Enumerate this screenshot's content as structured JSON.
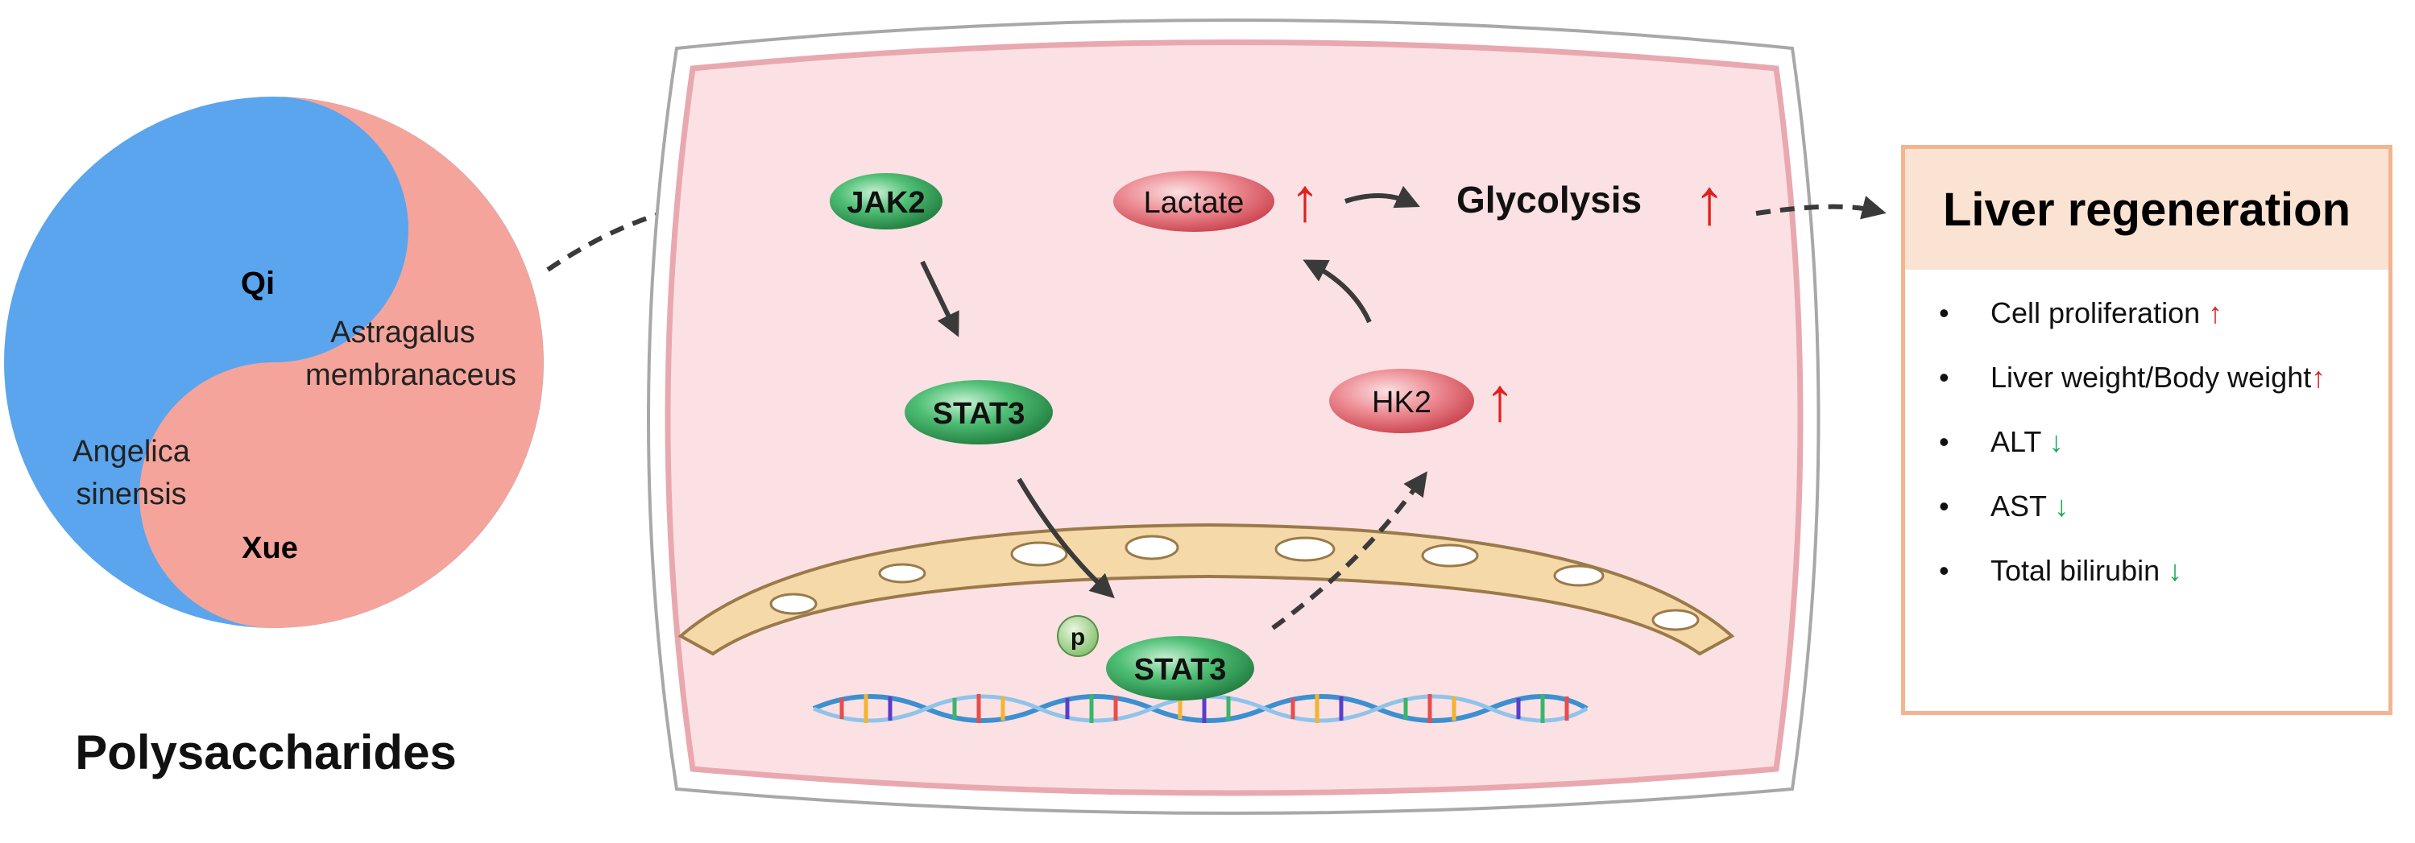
{
  "yin_yang": {
    "qi": "Qi",
    "xue": "Xue",
    "astragalus_line1": "Astragalus",
    "astragalus_line2": "membranaceus",
    "angelica_line1": "Angelica",
    "angelica_line2": "sinensis",
    "caption": "Polysaccharides"
  },
  "cell": {
    "jak2": "JAK2",
    "stat3": "STAT3",
    "p_stat3": "STAT3",
    "phospho": "p",
    "hk2": "HK2",
    "lactate": "Lactate",
    "glycolysis": "Glycolysis",
    "up_arrow": "↑"
  },
  "panel": {
    "title": "Liver regeneration",
    "bullet": "•",
    "items": [
      {
        "text": "Cell proliferation ",
        "arrow": "↑"
      },
      {
        "text": "Liver weight/Body weight",
        "arrow": "↑"
      },
      {
        "text": "ALT ",
        "arrow": "↓"
      },
      {
        "text": "AST ",
        "arrow": "↓"
      },
      {
        "text": "Total bilirubin ",
        "arrow": "↓"
      }
    ]
  },
  "colors": {
    "blue": "#5aa5ee",
    "salmon": "#f4a49a",
    "cell_fill": "#fbe1e3",
    "green": "#2e9e55",
    "red_node": "#e5646d",
    "up": "#e02020",
    "down": "#19a85a",
    "panel_border": "#f2b58f",
    "panel_head": "#fbe3d3"
  }
}
